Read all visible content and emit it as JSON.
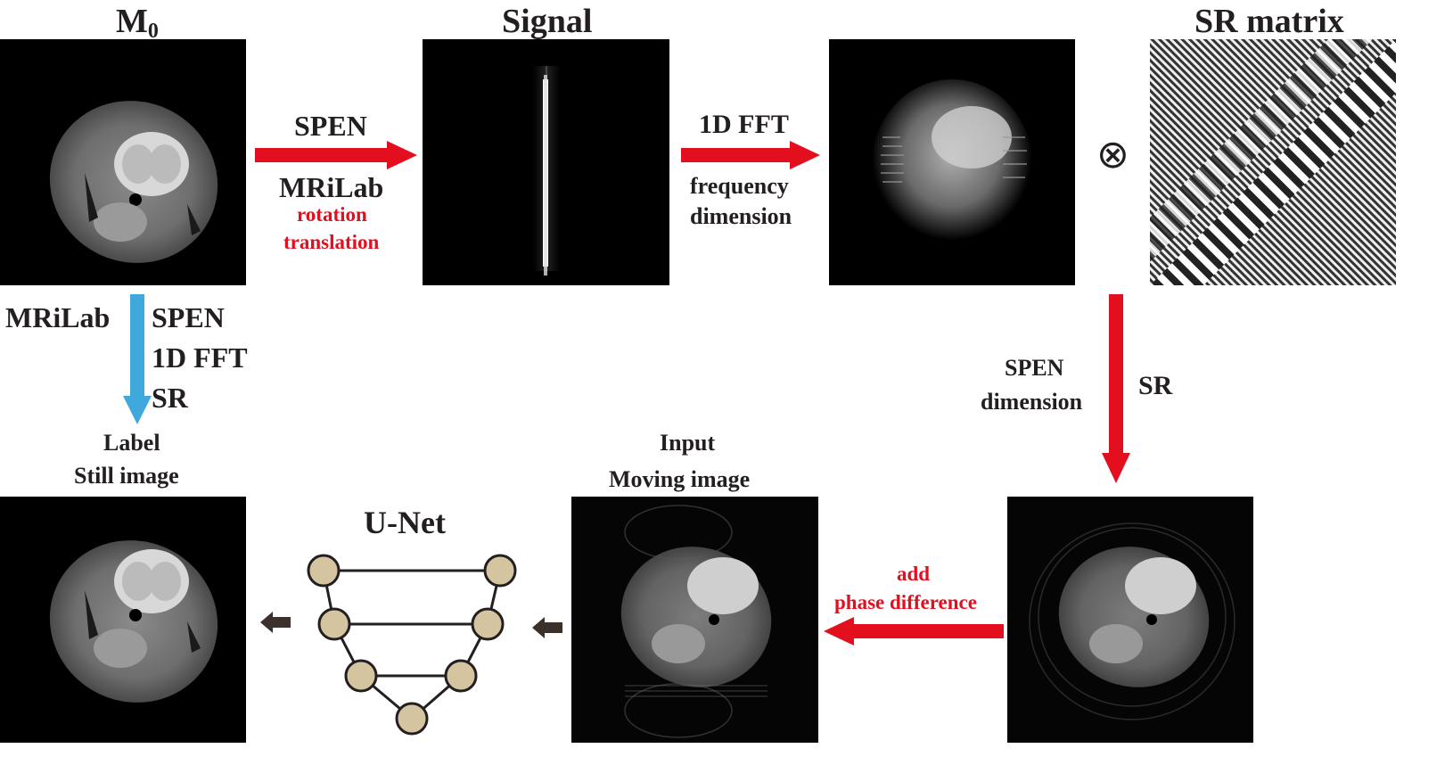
{
  "titles": {
    "m0_main": "M",
    "m0_sub": "0",
    "signal": "Signal",
    "sr_matrix": "SR matrix",
    "unet": "U-Net"
  },
  "arrow_labels": {
    "spen": "SPEN",
    "mrilab": "MRiLab",
    "rotation": "rotation",
    "translation": "translation",
    "fft": "1D FFT",
    "frequency": "frequency",
    "dimension": "dimension",
    "spen_dim_1": "SPEN",
    "spen_dim_2": "dimension",
    "sr": "SR",
    "add": "add",
    "phase_difference": "phase difference",
    "left_mrilab": "MRiLab",
    "left_spen": "SPEN",
    "left_fft": "1D FFT",
    "left_sr": "SR"
  },
  "captions": {
    "label": "Label",
    "still_image": "Still image",
    "input": "Input",
    "moving_image": "Moving image"
  },
  "symbols": {
    "otimes": "⊗"
  },
  "colors": {
    "red_arrow": "#e30f1f",
    "blue_arrow": "#3fa9de",
    "dark_arrow": "#3c302c",
    "unet_node": "#d4c4a0",
    "text": "#231f20"
  }
}
